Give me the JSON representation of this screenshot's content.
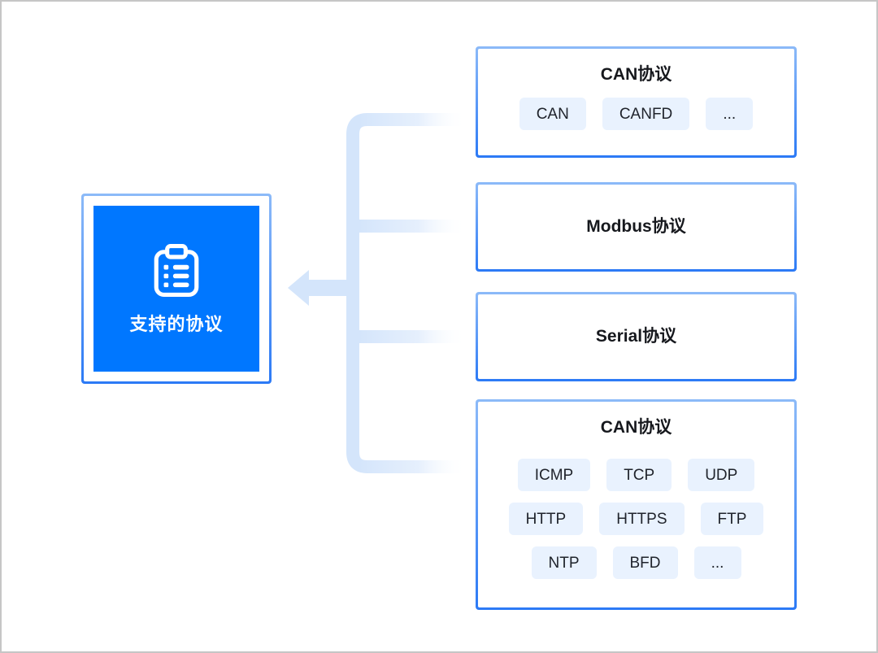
{
  "palette": {
    "accent_blue": "#0077ff",
    "border_gradient_top": "#8cbaf8",
    "border_gradient_bottom": "#2c7af6",
    "connector_blue": "#d4e5fb",
    "chip_bg": "#e9f2fe",
    "text_dark": "#20242c",
    "frame_gray": "#c6c6c6"
  },
  "icons": {
    "source": "clipboard-list-icon",
    "connector_arrow": "arrow-left-icon"
  },
  "source": {
    "label": "支持的协议"
  },
  "groups": [
    {
      "title": "CAN协议",
      "chips": [
        [
          "CAN",
          "CANFD",
          "..."
        ]
      ]
    },
    {
      "title": "Modbus协议",
      "chips": []
    },
    {
      "title": "Serial协议",
      "chips": []
    },
    {
      "title": "CAN协议",
      "chips": [
        [
          "ICMP",
          "TCP",
          "UDP"
        ],
        [
          "HTTP",
          "HTTPS",
          "FTP"
        ],
        [
          "NTP",
          "BFD",
          "..."
        ]
      ]
    }
  ]
}
